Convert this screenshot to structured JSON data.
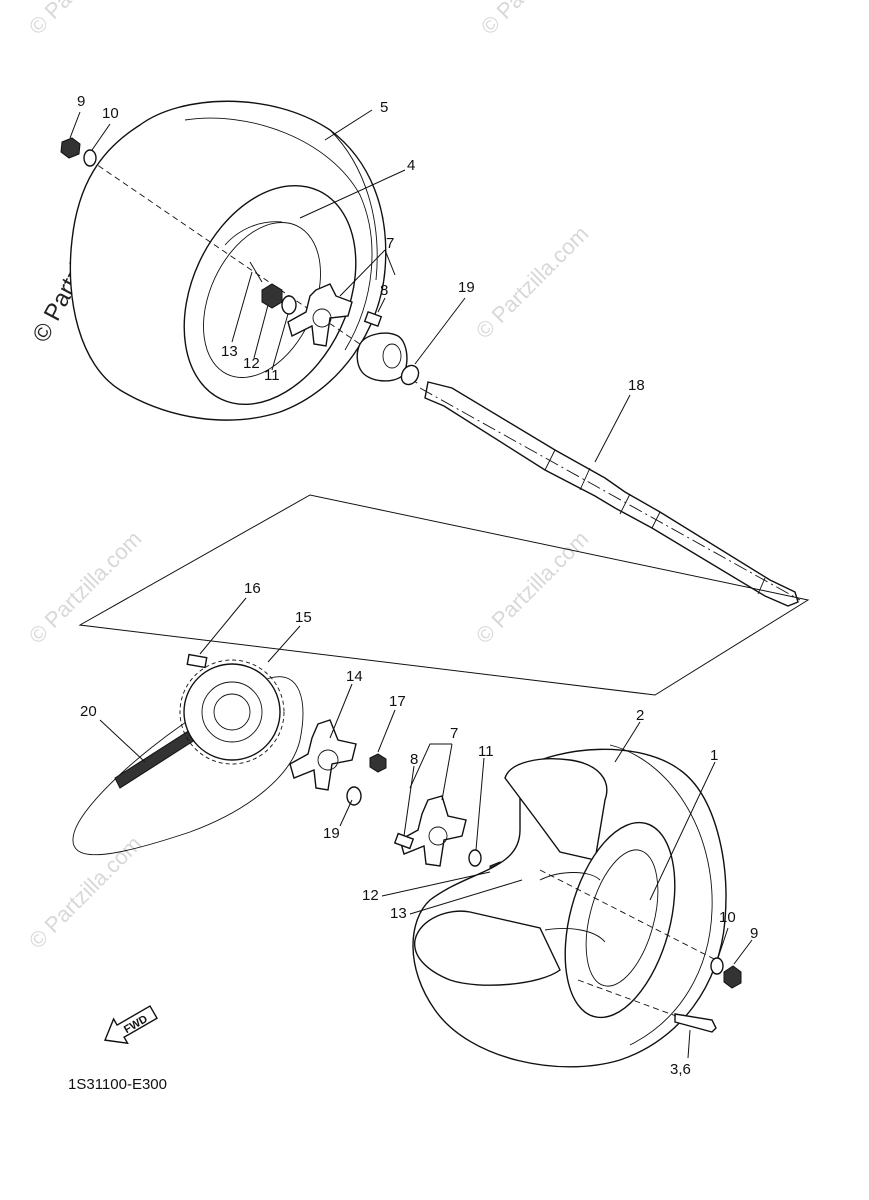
{
  "diagram_code": "1S31100-E300",
  "fwd_label": "FWD",
  "watermarks": {
    "main": "© Partzilla.com",
    "faint": "© Partzilla.com"
  },
  "callouts": {
    "top": {
      "c9": "9",
      "c10": "10",
      "c5": "5",
      "c4": "4",
      "c7": "7",
      "c8": "8",
      "c19": "19",
      "c18": "18",
      "c13": "13",
      "c12": "12",
      "c11": "11"
    },
    "bottom": {
      "c16": "16",
      "c15": "15",
      "c14": "14",
      "c17": "17",
      "c20": "20",
      "c7": "7",
      "c8": "8",
      "c11": "11",
      "c2": "2",
      "c1": "1",
      "c19": "19",
      "c12": "12",
      "c13": "13",
      "c10": "10",
      "c9": "9",
      "c36": "3,6"
    }
  }
}
